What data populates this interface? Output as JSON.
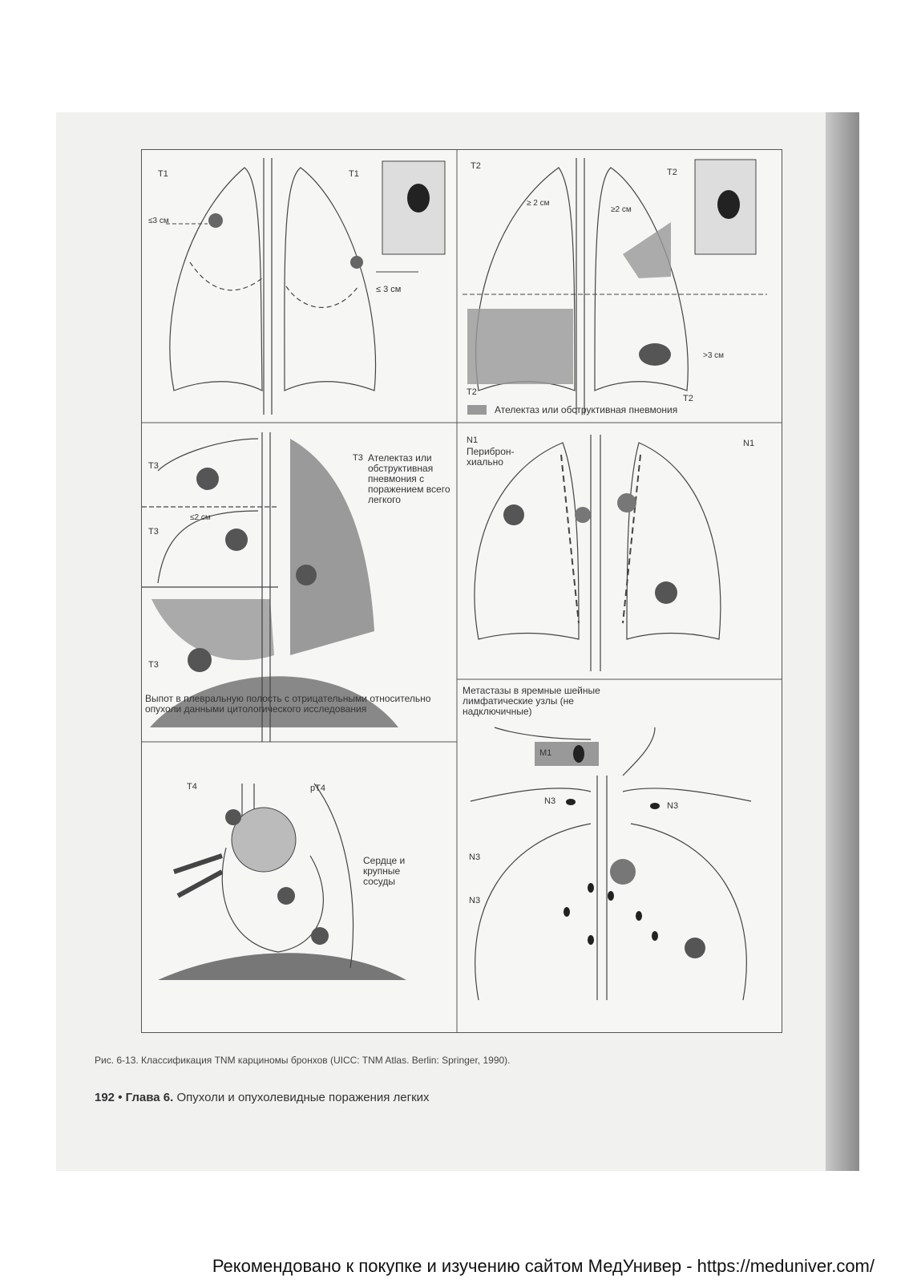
{
  "figure": {
    "labels": {
      "t1_left": "T1",
      "t1_right": "T1",
      "le3_a": "≤3 см",
      "le3_b": "≤ 3 см",
      "t2_tl": "T2",
      "t2_tr": "T2",
      "ge2_a": "≥ 2 см",
      "ge2_b": "≥2 см",
      "gt3": ">3 см",
      "t2_bl": "T2",
      "t2_br": "T2",
      "atelectasis_legend": "Ателектаз или обструктивная пневмония",
      "t3_a": "T3",
      "t3_b": "T3",
      "t3_c": "T3",
      "t3_d": "T3",
      "le2": "≤2 см",
      "t3_desc": "Ателектаз или обструктивная пневмония с поражением всего легкого",
      "effusion": "Выпот в плевральную полость с отрицательными относительно опухоли данными цитологического исследования",
      "n1_left": "N1",
      "n1_right": "N1",
      "peribronch": "Периброн-хиально",
      "metastases": "Метастазы в яремные шейные лимфатические узлы (не надключичные)",
      "m1": "M1",
      "n3_a": "N3",
      "n3_b": "N3",
      "n3_c": "N3",
      "n3_d": "N3",
      "t4": "T4",
      "pt4": "pT4",
      "heart": "Сердце и крупные сосуды"
    }
  },
  "caption": "Рис. 6-13. Классификация TNM карциномы бронхов (UICC: TNM Atlas. Berlin: Springer, 1990).",
  "chapter": {
    "page_number": "192",
    "bullet": "•",
    "chapter_label": "Глава 6.",
    "chapter_title": "Опухоли и опухолевидные поражения легких"
  },
  "footer": "Рекомендовано к покупке и изучению сайтом МедУнивер - https://meduniver.com/"
}
